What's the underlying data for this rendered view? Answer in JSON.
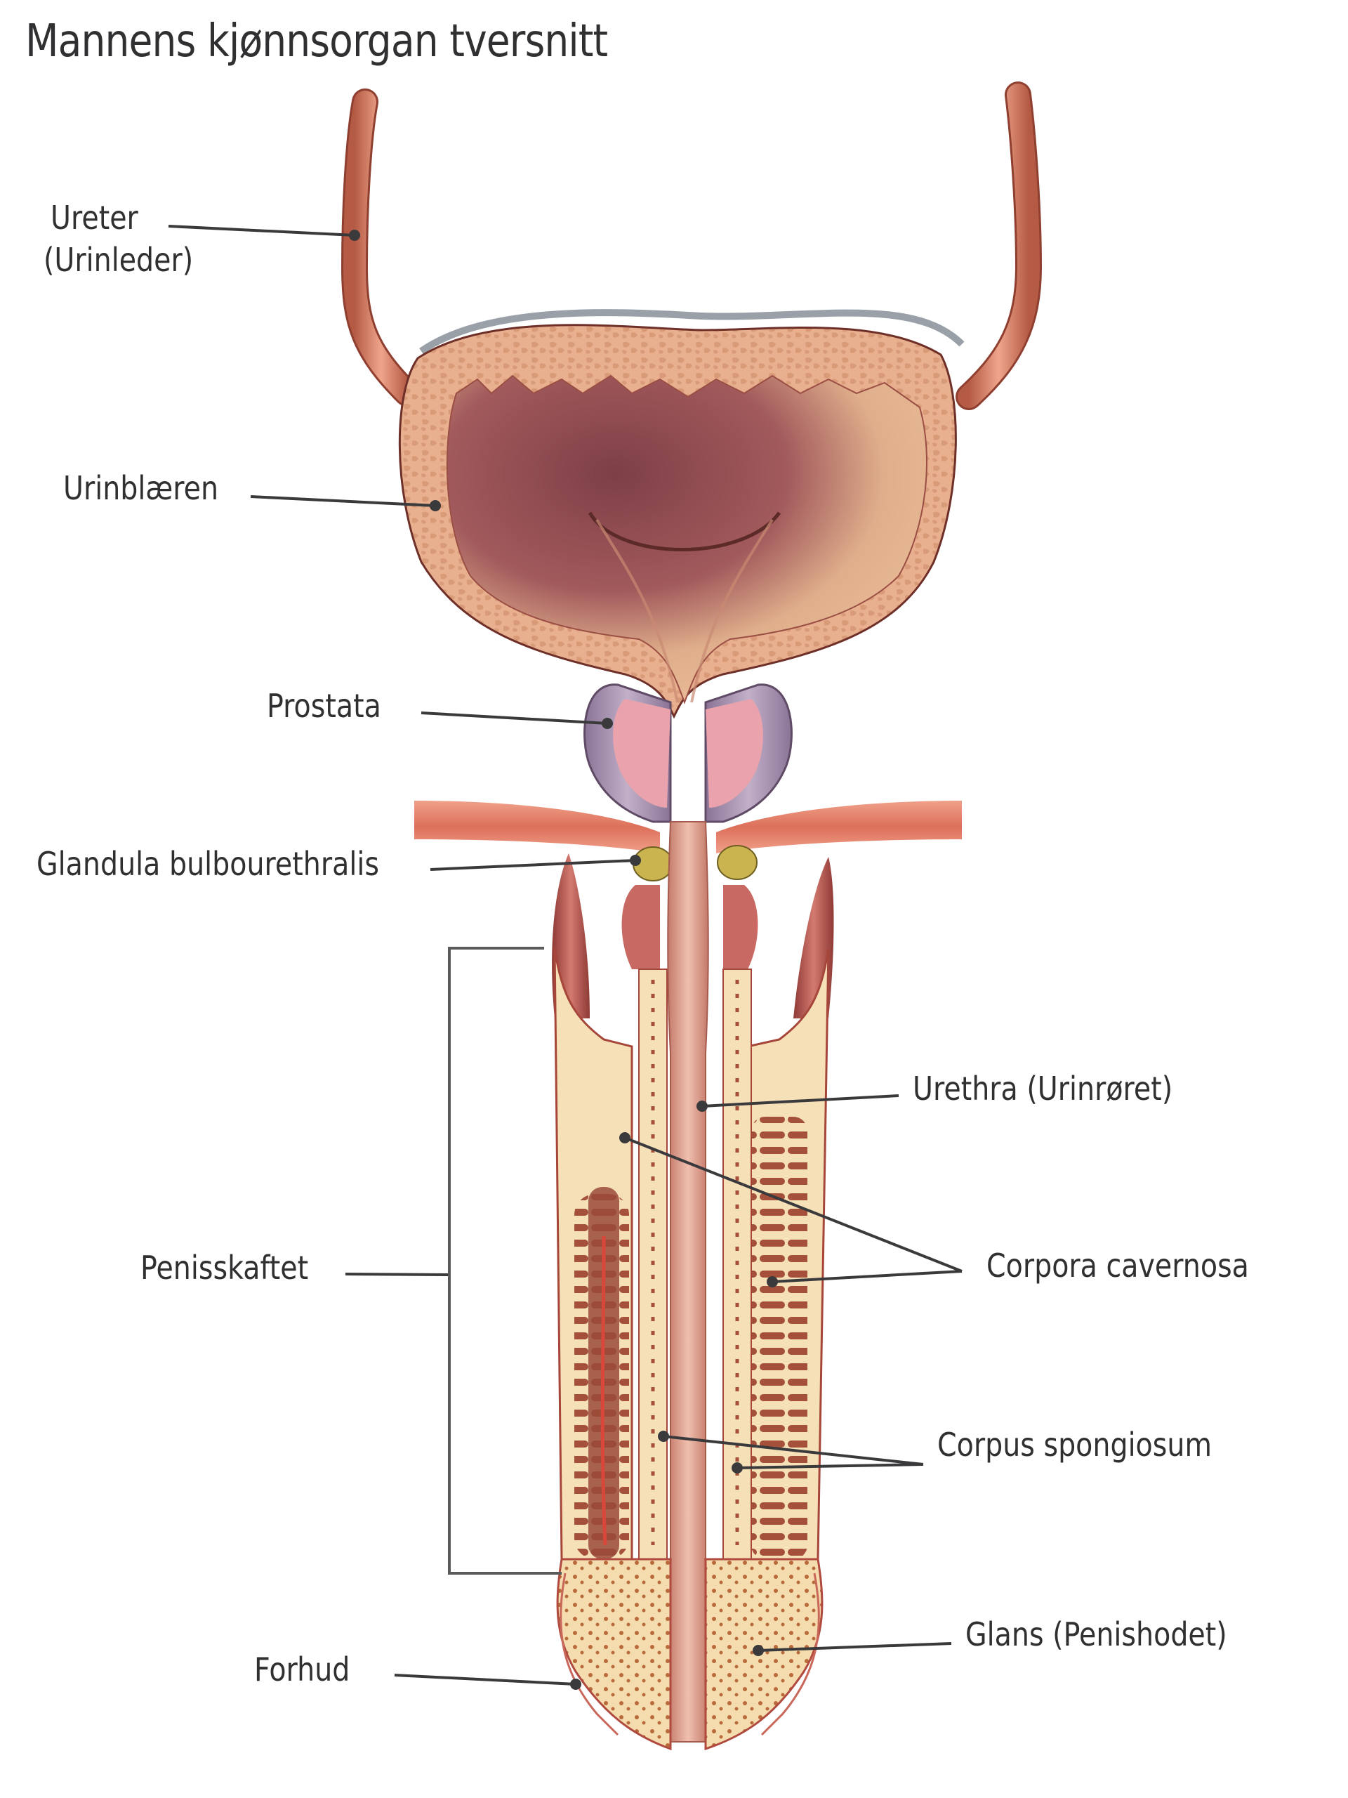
{
  "title": "Mannens kjønnsorgan tversnitt",
  "labels": {
    "ureter_line1": "Ureter",
    "ureter_line2": "(Urinleder)",
    "urinblaeren": "Urinblæren",
    "prostata": "Prostata",
    "glandula": "Glandula bulbourethralis",
    "penisskaftet": "Penisskaftet",
    "forhud": "Forhud",
    "urethra": "Urethra (Urinrøret)",
    "corpora_cavernosa": "Corpora cavernosa",
    "corpus_spongiosum": "Corpus spongiosum",
    "glans": "Glans (Penishodet)"
  },
  "colors": {
    "text": "#303032",
    "leader_line": "#3a3a3c",
    "ureter": "#d9836a",
    "bladder_wall": "#e9b393",
    "bladder_lumen_dark": "#8e4a4f",
    "bladder_lumen_light": "#e7b58f",
    "prostate_capsule": "#a08aab",
    "prostate_gland": "#eaa3ac",
    "muscle": "#e27e66",
    "bulbourethral": "#c9b44f",
    "crura": "#b9544f",
    "cavernosa_tissue": "#f6e0b8",
    "cavernosa_sinus": "#a5503a",
    "urethra": "#dd9e8c",
    "glans": "#f5dcae"
  }
}
